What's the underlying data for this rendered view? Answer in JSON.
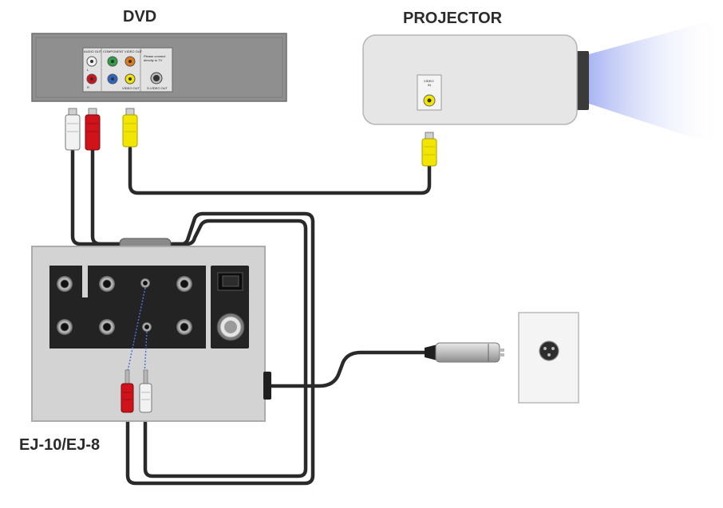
{
  "labels": {
    "dvd": "DVD",
    "projector": "PROJECTOR",
    "mixer": "EJ-10/EJ-8"
  },
  "dvd_panel": {
    "audio_out": "AUDIO OUT",
    "component_video_out": "COMPONENT VIDEO OUT",
    "note_line1": "Please connect",
    "note_line2": "directly to TV",
    "channel_l": "L",
    "channel_r": "R",
    "video_out": "VIDEO OUT",
    "svideo_out": "S-VIDEO OUT"
  },
  "projector_panel": {
    "video_in_line1": "VIDEO",
    "video_in_line2": "IN"
  },
  "colors": {
    "cable": "#2a2a2a",
    "rca_white": "#f2f2f2",
    "rca_red": "#d0121b",
    "rca_yellow": "#f2e600",
    "component_green": "#2ea043",
    "component_blue": "#2a66c4",
    "component_orange": "#e07a1a",
    "panel_gray": "#d3d3d3",
    "dvd_gray": "#8f8f8f"
  },
  "icons": [
    "rca-plug-white-icon",
    "rca-plug-red-icon",
    "rca-plug-yellow-icon",
    "xlr-plug-icon",
    "xlr-wall-jack-icon",
    "quarter-inch-jack-icon",
    "power-switch-icon"
  ]
}
